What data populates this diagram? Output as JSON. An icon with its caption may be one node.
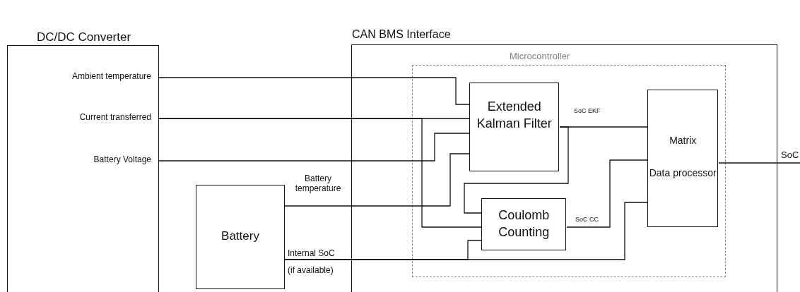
{
  "diagram": {
    "nodes": [
      {
        "text": [
          "DC/DC Converter",
          "Ambient temperature",
          "Current transferred",
          "Battery Voltage"
        ]
      },
      {
        "text": [
          "Battery"
        ],
        "beside": [
          "Battery temperature",
          "Internal SoC",
          "(if available)"
        ]
      },
      {
        "text": [
          "CAN BMS Interface"
        ]
      },
      {
        "text": [
          "Microcontroller"
        ],
        "in": 2
      },
      {
        "text": [
          "Extended Kalman Filter"
        ],
        "in": 3
      },
      {
        "text": [
          "Coulomb Counting"
        ],
        "in": 3
      },
      {
        "text": [
          "Matrix",
          "Data processor"
        ],
        "in": 3
      }
    ],
    "edges": [
      {
        "from": 0,
        "to": 4,
        "arrow": "none"
      },
      {
        "from": 0,
        "to": 4,
        "arrow": "none"
      },
      {
        "from": 0,
        "to": 5,
        "arrow": "none"
      },
      {
        "from": 0,
        "to": 4,
        "arrow": "none"
      },
      {
        "from": 1,
        "to": 4,
        "arrow": "none"
      },
      {
        "from": 4,
        "to": 5,
        "arrow": "none"
      },
      {
        "from": 4,
        "to": 6,
        "label": "SoC EKF",
        "arrow": "none"
      },
      {
        "from": 5,
        "to": 6,
        "label": "SoC CC",
        "arrow": "none"
      },
      {
        "from": 1,
        "to": 6,
        "arrow": "none"
      },
      {
        "from": 1,
        "to": 5,
        "arrow": "none"
      },
      {
        "from": 6,
        "to": null,
        "label": "SoC",
        "arrow": "none"
      }
    ]
  }
}
